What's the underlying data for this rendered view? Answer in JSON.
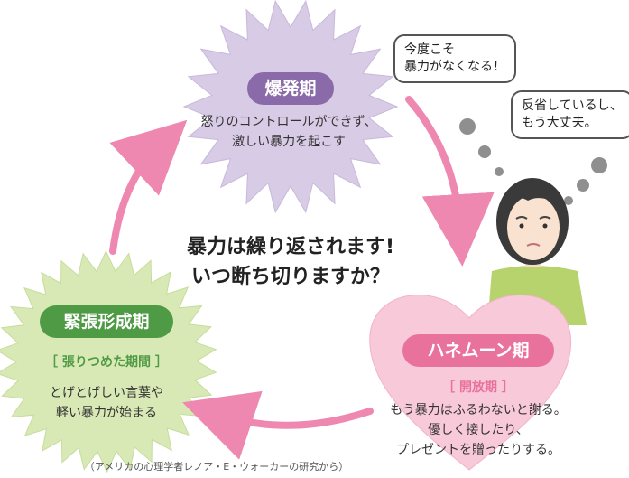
{
  "explosion": {
    "title": "爆発期",
    "desc_line1": "怒りのコントロールができず、",
    "desc_line2": "激しい暴力を起こす"
  },
  "tension": {
    "title": "緊張形成期",
    "subtitle": "［ 張りつめた期間 ］",
    "desc_line1": "とげとげしい言葉や",
    "desc_line2": "軽い暴力が始まる"
  },
  "honeymoon": {
    "title": "ハネムーン期",
    "subtitle": "［ 開放期 ］",
    "desc_line1": "もう暴力はふるわないと謝る。",
    "desc_line2": "優しく接したり、",
    "desc_line3": "プレゼントを贈ったりする。"
  },
  "center": {
    "line1": "暴力は繰り返されます!",
    "line2": "いつ断ち切りますか？"
  },
  "thoughts": {
    "bubble1_line1": "今度こそ",
    "bubble1_line2": "暴力がなくなる！",
    "bubble2_line1": "反省しているし、",
    "bubble2_line2": "もう大丈夫。"
  },
  "footnote": "（アメリカの心理学者レノア・E・ウォーカーの研究から）",
  "colors": {
    "explosion_fill": "#d8cbe6",
    "explosion_label": "#8a6aa8",
    "tension_fill": "#d9e9b5",
    "tension_label": "#4e9a45",
    "honeymoon_fill": "#f8c9d9",
    "honeymoon_label": "#e9729c",
    "arrow": "#ee88b0"
  }
}
